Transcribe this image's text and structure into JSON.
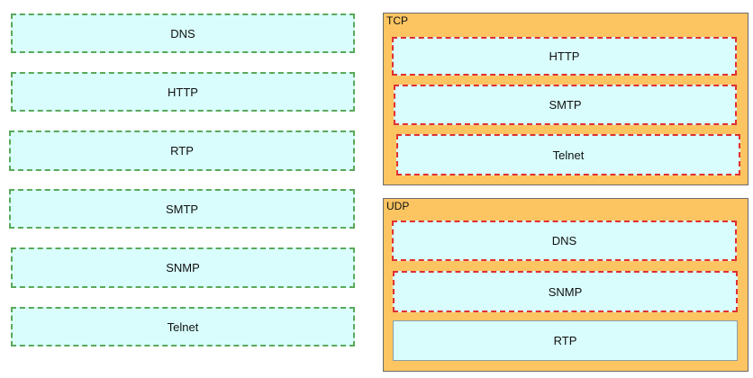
{
  "source_items": [
    {
      "label": "DNS"
    },
    {
      "label": "HTTP"
    },
    {
      "label": "RTP"
    },
    {
      "label": "SMTP"
    },
    {
      "label": "SNMP"
    },
    {
      "label": "Telnet"
    }
  ],
  "targets": {
    "tcp": {
      "title": "TCP",
      "items": [
        {
          "label": "HTTP"
        },
        {
          "label": "SMTP"
        },
        {
          "label": "Telnet"
        }
      ]
    },
    "udp": {
      "title": "UDP",
      "items": [
        {
          "label": "DNS"
        },
        {
          "label": "SNMP"
        },
        {
          "label": "RTP"
        }
      ]
    }
  },
  "colors": {
    "item_fill": "#d9fdfd",
    "source_border": "#5aa85a",
    "target_border": "#e03030",
    "group_fill": "#fcc562"
  }
}
